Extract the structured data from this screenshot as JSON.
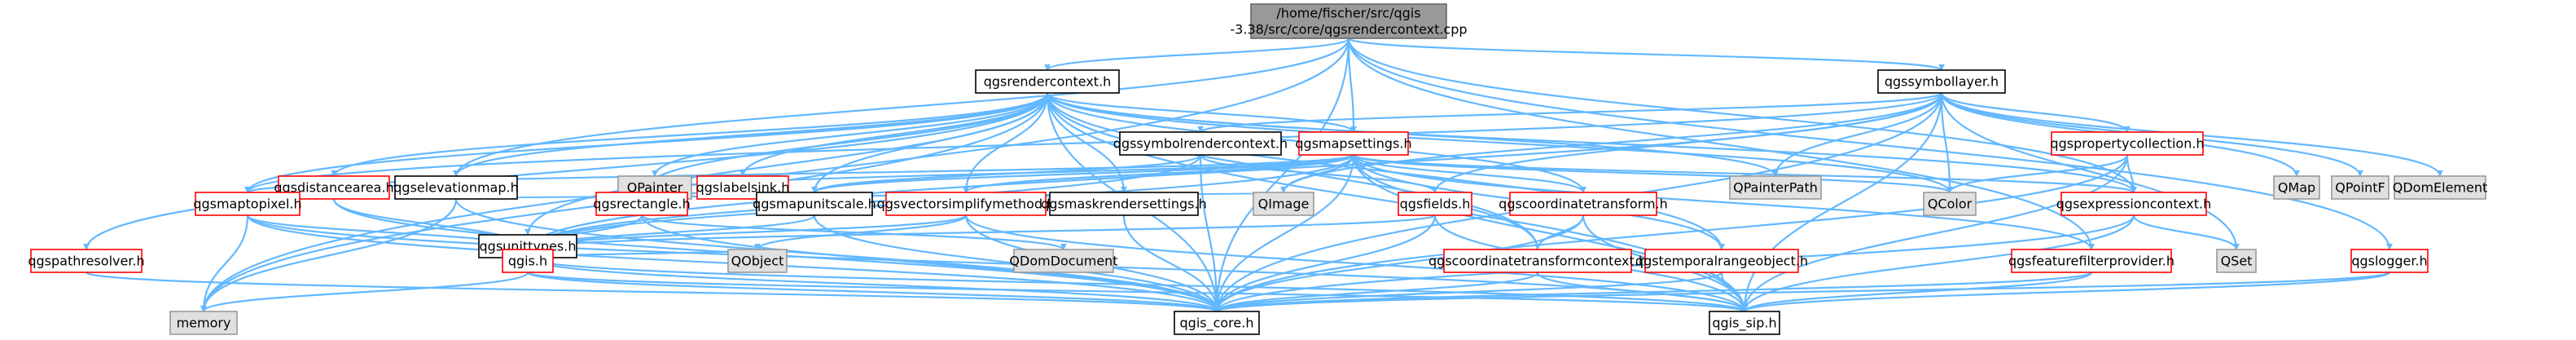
{
  "colors": {
    "edge": "#63B8FF",
    "root_fill": "#999999",
    "root_border": "#666666",
    "documented_border": "#000000",
    "undocumented_border": "#FF0000",
    "external_fill": "#E0E0E0",
    "external_border": "#999999",
    "node_fill": "#FFFFFF"
  },
  "root": {
    "line1": "/home/fischer/src/qgis",
    "line2": "-3.38/src/core/qgsrendercontext.cpp"
  },
  "nodes": {
    "qgsrendercontext_h": "qgsrendercontext.h",
    "qgssymbollayer_h": "qgssymbollayer.h",
    "qgsdistancearea_h": "qgsdistancearea.h",
    "qgselevationmap_h": "qgselevationmap.h",
    "qpainter": "QPainter",
    "qgslabelsink_h": "qgslabelsink.h",
    "qpainterpath": "QPainterPath",
    "qgssymbolrendercontext_h": "qgssymbolrendercontext.h",
    "qgsmapsettings_h": "qgsmapsettings.h",
    "qgspropertycollection_h": "qgspropertycollection.h",
    "qmap": "QMap",
    "qpointf": "QPointF",
    "qdomelement": "QDomElement",
    "qgsmaptopixel_h": "qgsmaptopixel.h",
    "qgsunittypes_h": "qgsunittypes.h",
    "qgsrectangle_h": "qgsrectangle.h",
    "qgsmapunitscale_h": "qgsmapunitscale.h",
    "qgsvectorsimplifymethod_h": "qgsvectorsimplifymethod.h",
    "qgsmaskrendersettings_h": "qgsmaskrendersettings.h",
    "qimage": "QImage",
    "qgsfields_h": "qgsfields.h",
    "qgscoordinatetransform_h": "qgscoordinatetransform.h",
    "qcolor": "QColor",
    "qgsexpressioncontext_h": "qgsexpressioncontext.h",
    "qgspathresolver_h": "qgspathresolver.h",
    "qgis_h": "qgis.h",
    "qobject": "QObject",
    "qdomdocument": "QDomDocument",
    "qgscoordinatetransformcontext_h": "qgscoordinatetransformcontext.h",
    "qgstemporalrangeobject_h": "qgstemporalrangeobject.h",
    "qgsfeaturefilterprovider_h": "qgsfeaturefilterprovider.h",
    "qset": "QSet",
    "qgslogger_h": "qgslogger.h",
    "memory": "memory",
    "qgis_core_h": "qgis_core.h",
    "qgis_sip_h": "qgis_sip.h"
  }
}
